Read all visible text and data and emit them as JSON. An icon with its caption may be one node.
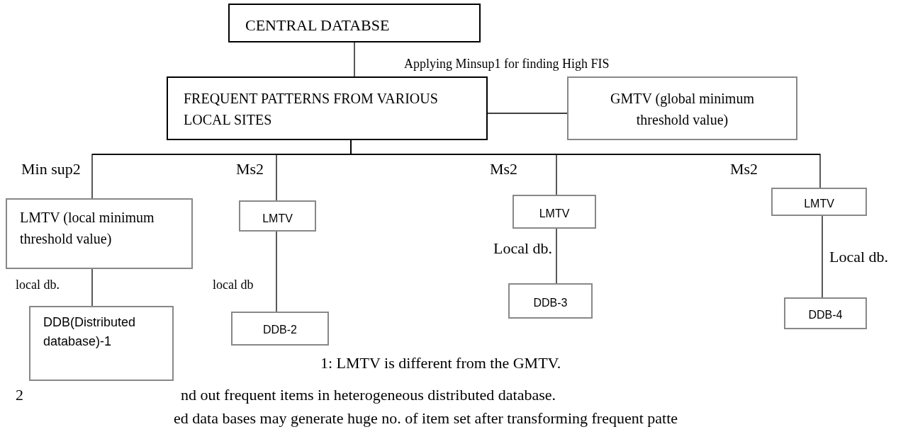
{
  "diagram": {
    "nodes": [
      {
        "text": [
          "CENTRAL DATABSE"
        ]
      },
      {
        "text": [
          "FREQUENT PATTERNS FROM VARIOUS LOCAL SITES"
        ]
      },
      {
        "text": [
          "GMTV (global minimum threshold value)"
        ]
      },
      {
        "text": [
          "LMTV (local minimum threshold value)"
        ]
      },
      {
        "text": [
          "LMTV"
        ]
      },
      {
        "text": [
          "LMTV"
        ]
      },
      {
        "text": [
          "LMTV"
        ]
      },
      {
        "text": [
          "DDB(Distributed database)-1"
        ]
      },
      {
        "text": [
          "DDB-2"
        ]
      },
      {
        "text": [
          "DDB-3"
        ]
      },
      {
        "text": [
          "DDB-4"
        ]
      }
    ],
    "edges": [
      {
        "from": 0,
        "to": 1,
        "arrow": "none"
      },
      {
        "from": 1,
        "to": 2,
        "arrow": "none"
      },
      {
        "from": 1,
        "to": 3,
        "arrow": "none",
        "label": "Min sup2"
      },
      {
        "from": 1,
        "to": 4,
        "arrow": "none",
        "label": "Ms2"
      },
      {
        "from": 1,
        "to": 5,
        "arrow": "none",
        "label": "Ms2"
      },
      {
        "from": 1,
        "to": 6,
        "arrow": "none",
        "label": "Ms2"
      },
      {
        "from": 3,
        "to": 7,
        "arrow": "none",
        "label": "local db."
      },
      {
        "from": 4,
        "to": 8,
        "arrow": "none",
        "label": "local db"
      },
      {
        "from": 5,
        "to": 9,
        "arrow": "none",
        "label": "Local db."
      },
      {
        "from": 6,
        "to": 10,
        "arrow": "none",
        "label": "Local db."
      }
    ],
    "labels": [
      "Applying Minsup1 for finding High FIS",
      "1: LMTV is different from the GMTV.",
      "2",
      "nd out frequent items in heterogeneous distributed database.",
      "ed data bases may generate huge no. of item set after transforming frequent patte"
    ]
  }
}
